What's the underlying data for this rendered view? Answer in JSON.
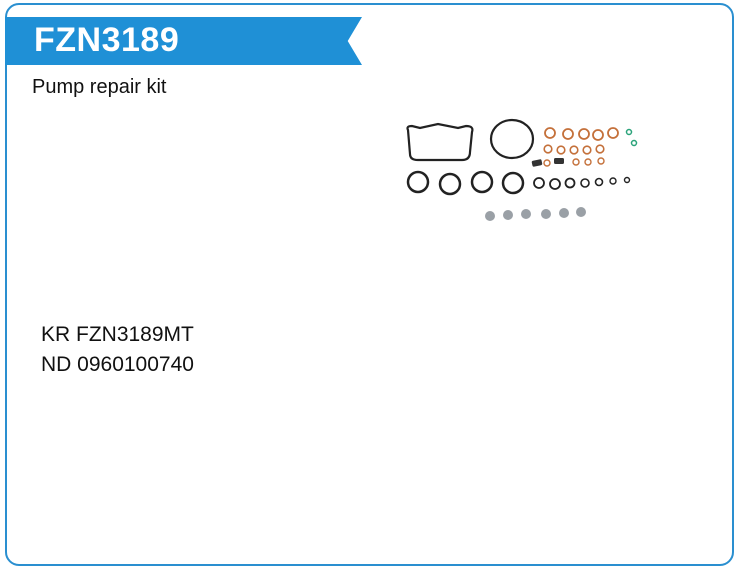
{
  "product": {
    "code": "FZN3189",
    "description": "Pump repair kit"
  },
  "references": [
    "KR FZN3189MT",
    "ND 0960100740"
  ],
  "colors": {
    "accent": "#1f90d6",
    "border": "#2a8fd0",
    "copper": "#c4703a",
    "green": "#2aa37a",
    "gray": "#9aa0a6"
  }
}
